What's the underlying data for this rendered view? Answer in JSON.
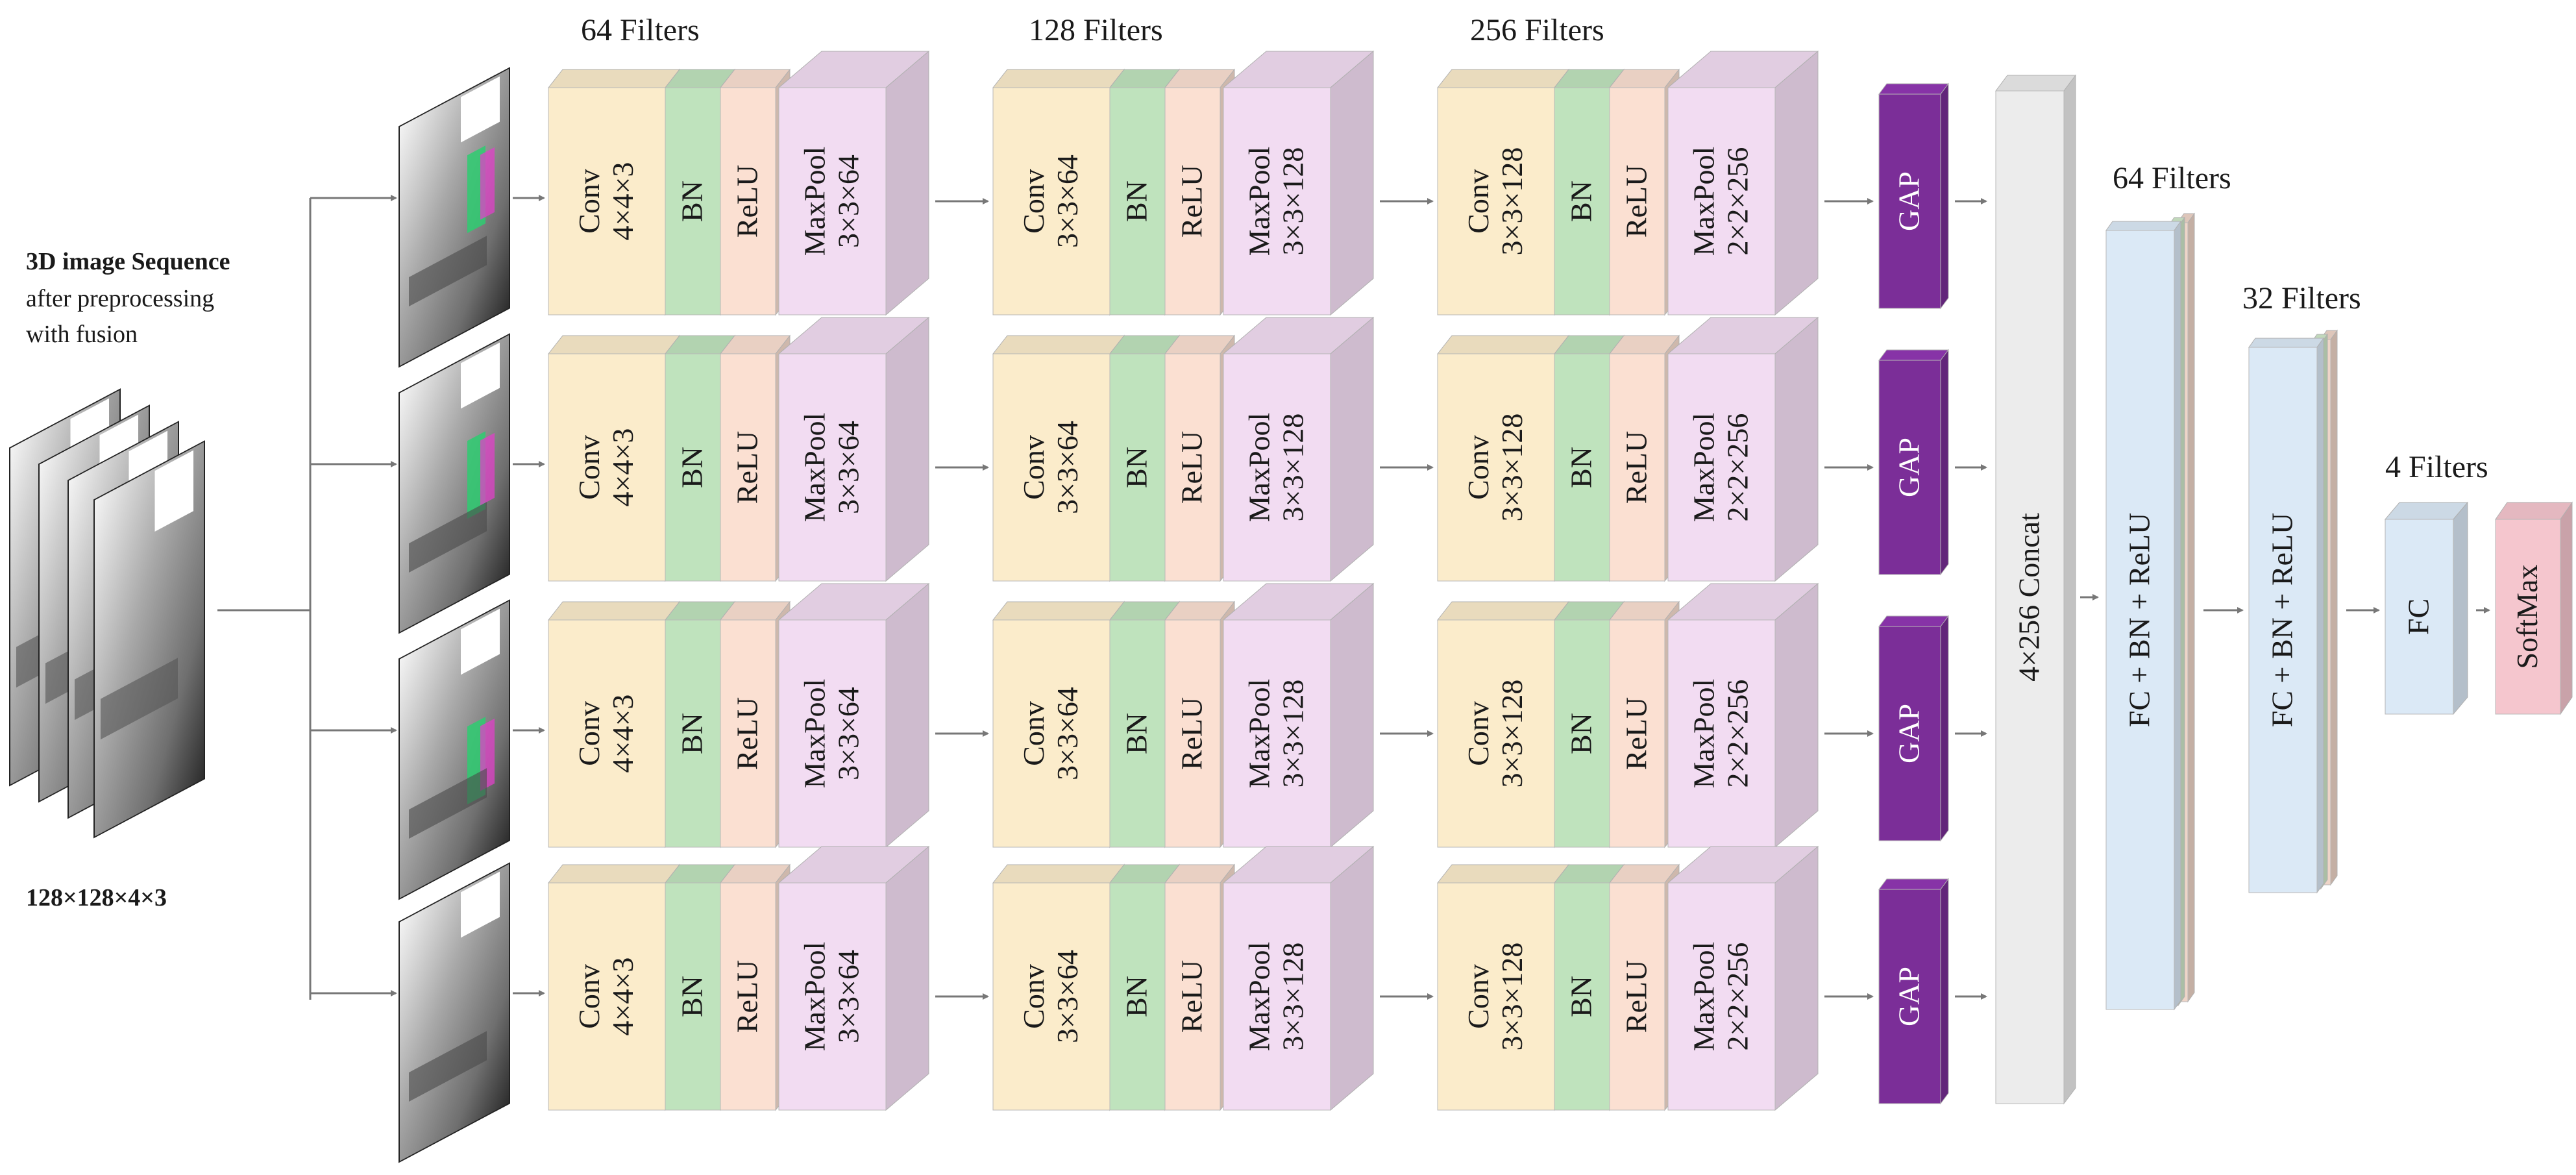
{
  "input": {
    "title": "3D image Sequence",
    "subtitle_line1": "after preprocessing",
    "subtitle_line2": "with fusion",
    "size": "128×128×4×3"
  },
  "stage_headers": [
    "64 Filters",
    "128 Filters",
    "256 Filters"
  ],
  "stages": [
    {
      "conv": "Conv",
      "conv_kernel": "4×4×3",
      "bn": "BN",
      "relu": "ReLU",
      "pool": "MaxPool",
      "pool_size": "3×3×64"
    },
    {
      "conv": "Conv",
      "conv_kernel": "3×3×64",
      "bn": "BN",
      "relu": "ReLU",
      "pool": "MaxPool",
      "pool_size": "3×3×128"
    },
    {
      "conv": "Conv",
      "conv_kernel": "3×3×128",
      "bn": "BN",
      "relu": "ReLU",
      "pool": "MaxPool",
      "pool_size": "2×2×256"
    }
  ],
  "branch_count": 4,
  "gap_label": "GAP",
  "concat_label": "4×256 Concat",
  "fc1": {
    "header": "64 Filters",
    "label": "FC + BN + ReLU"
  },
  "fc2": {
    "header": "32 Filters",
    "label": "FC + BN + ReLU"
  },
  "fc3": {
    "header": "4 Filters",
    "label": "FC"
  },
  "softmax_label": "SoftMax",
  "colors": {
    "conv": "#fbeccb",
    "bn": "#bfe3bd",
    "relu": "#fbe0d2",
    "pool": "#f2dcf2",
    "gap": "#7b2e98",
    "concat": "#ececec",
    "fc": "#dbe9f6",
    "fc_green": "#cfe8c9",
    "fc_pink": "#efd5c8",
    "softmax": "#f5c6ce",
    "arrow": "#777777"
  }
}
